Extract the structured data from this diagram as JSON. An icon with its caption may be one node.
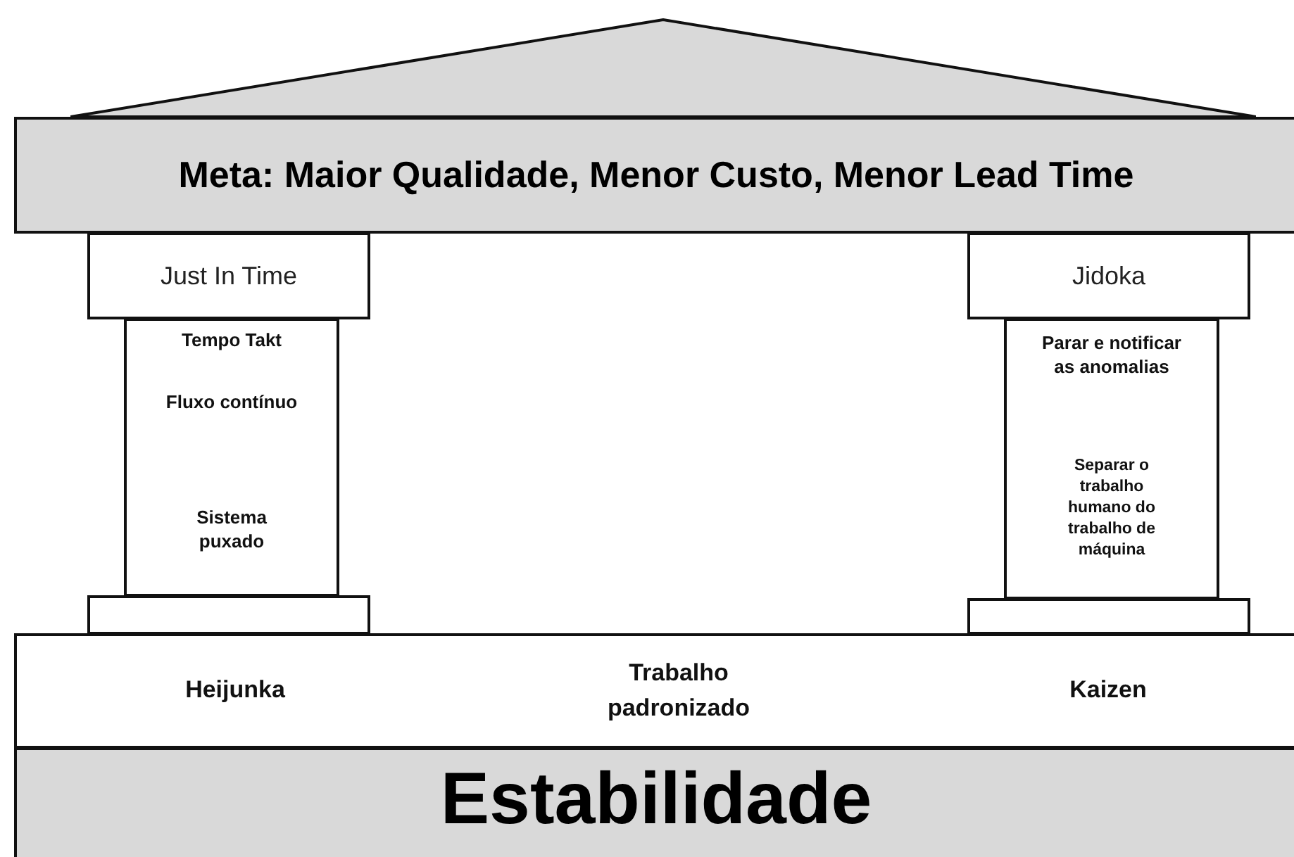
{
  "diagram": {
    "nodes": [
      {
        "text": [],
        "shape": "triangle"
      },
      {
        "text": [
          "Meta: Maior Qualidade, Menor Custo, Menor Lead Time"
        ]
      },
      {
        "text": [
          "Just In Time"
        ]
      },
      {
        "text": [
          "Tempo Takt",
          "Fluxo contínuo",
          "Sistema puxado"
        ]
      },
      {
        "text": [],
        "shape": "box"
      },
      {
        "text": [
          "Jidoka"
        ]
      },
      {
        "text": [
          "Parar e notificar as anomalias",
          "Separar o trabalho humano do trabalho de máquina"
        ]
      },
      {
        "text": [],
        "shape": "box"
      },
      {
        "text": [
          "Heijunka",
          "Trabalho padronizado",
          "Kaizen"
        ]
      },
      {
        "text": [
          "Estabilidade"
        ]
      }
    ]
  }
}
